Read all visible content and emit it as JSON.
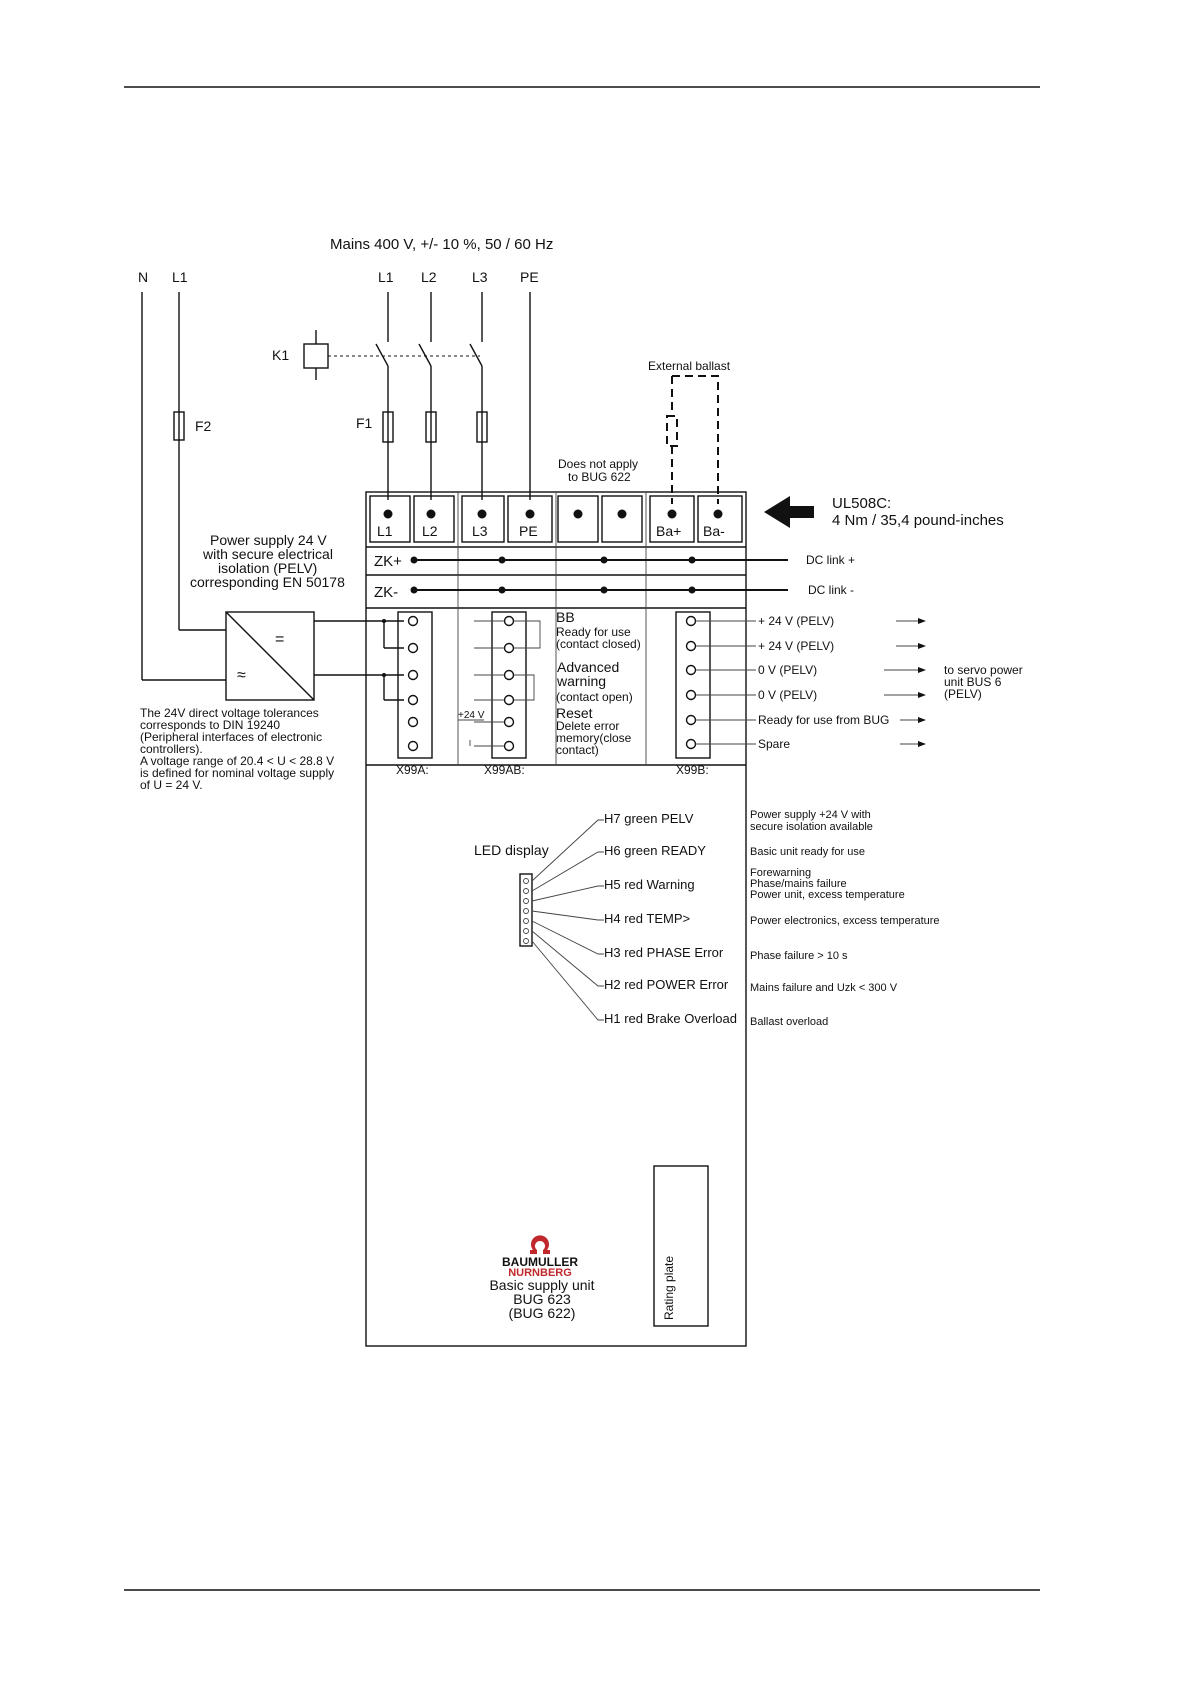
{
  "mains_label": "Mains 400 V, +/- 10 %, 50 / 60 Hz",
  "left_lines": {
    "n": "N",
    "l1": "L1"
  },
  "phase_lines": [
    "L1",
    "L2",
    "L3",
    "PE"
  ],
  "contactor": "K1",
  "fuse_f1": "F1",
  "fuse_f2": "F2",
  "external_ballast": "External ballast",
  "not_apply": {
    "line1": "Does not apply",
    "line2": "to BUG 622"
  },
  "terminals": [
    "L1",
    "L2",
    "L3",
    "PE",
    "Ba+",
    "Ba-"
  ],
  "torque": {
    "line1": "UL508C:",
    "line2": "4 Nm / 35,4 pound-inches"
  },
  "zk": {
    "plus": "ZK+",
    "minus": "ZK-"
  },
  "dc_link": {
    "plus": "DC link +",
    "minus": "DC link -"
  },
  "psu": {
    "line1": "Power supply 24 V",
    "line2": "with secure electrical",
    "line3": "isolation (PELV)",
    "line4": "corresponding EN 50178",
    "symbol_dc": "=",
    "symbol_ac": "≈"
  },
  "tolerance_note": [
    "The 24V direct voltage tolerances",
    "corresponds to DIN 19240",
    "(Peripheral interfaces of electronic",
    "controllers).",
    "A voltage range of 20.4 < U < 28.8 V",
    "is defined for nominal voltage supply",
    "of U = 24 V."
  ],
  "x99ab_labels": {
    "bb": "BB",
    "bb_sub1": "Ready for use",
    "bb_sub2": "(contact closed)",
    "adv1": "Advanced",
    "adv2": "warning",
    "adv_sub": "(contact open)",
    "reset": "Reset",
    "reset_sub1": "Delete error",
    "reset_sub2": "memory(close",
    "reset_sub3": "contact)",
    "v24": "+24 V"
  },
  "x99b_labels": [
    "+ 24 V (PELV)",
    "+ 24 V (PELV)",
    "0 V (PELV)",
    "0 V (PELV)",
    "Ready for use from BUG",
    "Spare"
  ],
  "servo": {
    "line1": "to servo power",
    "line2": "unit BUS 6",
    "line3": "(PELV)"
  },
  "connectors": {
    "a": "X99A:",
    "ab": "X99AB:",
    "b": "X99B:"
  },
  "led_display": "LED display",
  "leds": [
    {
      "name": "H7 green PELV",
      "desc1": "Power supply +24 V with",
      "desc2": "secure isolation available",
      "desc3": ""
    },
    {
      "name": "H6 green READY",
      "desc1": "Basic unit ready for use",
      "desc2": "",
      "desc3": ""
    },
    {
      "name": "H5 red Warning",
      "desc1": "Forewarning",
      "desc2": "Phase/mains failure",
      "desc3": "Power unit, excess temperature"
    },
    {
      "name": "H4 red TEMP>",
      "desc1": "Power electronics, excess temperature",
      "desc2": "",
      "desc3": ""
    },
    {
      "name": "H3 red PHASE Error",
      "desc1": "Phase failure  > 10 s",
      "desc2": "",
      "desc3": ""
    },
    {
      "name": "H2 red POWER Error",
      "desc1": "Mains failure and Uzk < 300 V",
      "desc2": "",
      "desc3": ""
    },
    {
      "name": "H1 red Brake Overload",
      "desc1": "Ballast overload",
      "desc2": "",
      "desc3": ""
    }
  ],
  "logo": {
    "line1": "BAUMULLER",
    "line2": "NURNBERG"
  },
  "unit": {
    "line1": "Basic supply unit",
    "line2": "BUG 623",
    "line3": "(BUG 622)"
  },
  "rating_plate": "Rating plate",
  "colors": {
    "logo": "#c0282b",
    "line": "#111111"
  }
}
